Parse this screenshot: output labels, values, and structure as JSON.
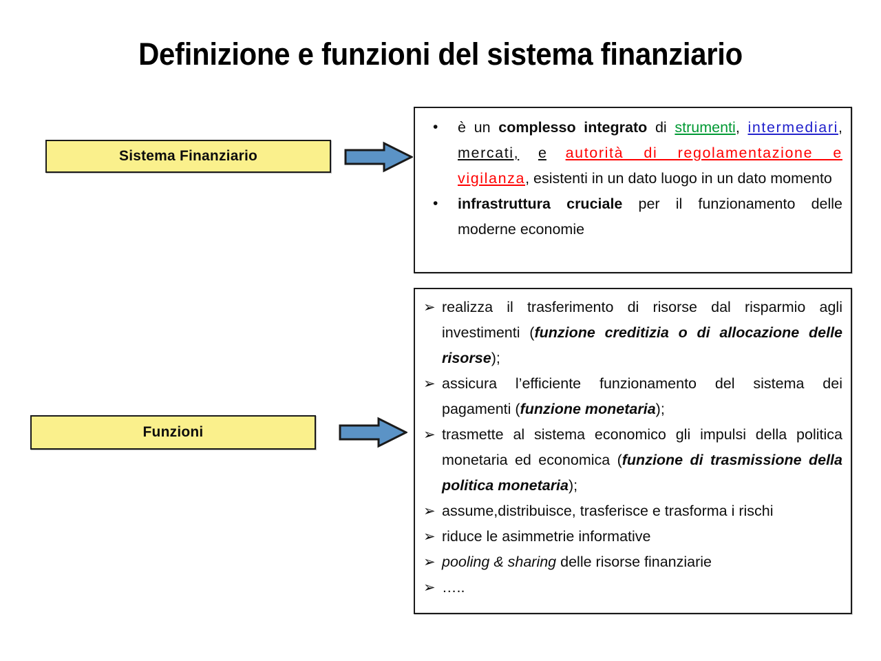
{
  "slide": {
    "title": "Definizione e funzioni del sistema finanziario",
    "background_color": "#ffffff"
  },
  "colors": {
    "label_box_fill": "#FAF08C",
    "label_box_border": "#1a1a1a",
    "arrow_fill": "#5B93C6",
    "arrow_border": "#1a1a1a",
    "text_green": "#009933",
    "text_blue": "#2222CC",
    "text_red": "#FF0000",
    "text_black": "#0d0d0d"
  },
  "labels": {
    "sistema_finanziario": "Sistema Finanziario",
    "funzioni": "Funzioni"
  },
  "arrows": {
    "sistema_arrow_name": "right-block-arrow",
    "funzioni_arrow_name": "right-block-arrow"
  },
  "definizione_box": {
    "bullet_glyph": "•",
    "items": [
      {
        "runs": [
          {
            "text": "è un ",
            "style": "normal"
          },
          {
            "text": "complesso integrato",
            "style": "bold"
          },
          {
            "text": " di ",
            "style": "normal"
          },
          {
            "text": "strumenti",
            "style": "underline-green"
          },
          {
            "text": ", ",
            "style": "normal"
          },
          {
            "text": "intermediari",
            "style": "underline-blue"
          },
          {
            "text": ", ",
            "style": "normal"
          },
          {
            "text": "mercati,",
            "style": "underline-black"
          },
          {
            "text": " ",
            "style": "normal"
          },
          {
            "text": "e",
            "style": "underline-black"
          },
          {
            "text": " ",
            "style": "normal"
          },
          {
            "text": "autorità di regolamentazione e vigilanza",
            "style": "underline-red"
          },
          {
            "text": ", esistenti in un dato luogo in un dato momento",
            "style": "normal"
          }
        ],
        "plain": "è un complesso integrato di strumenti, intermediari, mercati, e autorità di regolamentazione e vigilanza, esistenti in un dato luogo in un dato momento"
      },
      {
        "runs": [
          {
            "text": "infrastruttura cruciale",
            "style": "bold"
          },
          {
            "text": " per il funzionamento delle moderne economie",
            "style": "normal"
          }
        ],
        "plain": "infrastruttura cruciale per il funzionamento delle moderne economie"
      }
    ]
  },
  "funzioni_box": {
    "bullet_glyph": "➢",
    "items": [
      {
        "runs": [
          {
            "text": "realizza il trasferimento di risorse dal risparmio agli investimenti (",
            "style": "normal"
          },
          {
            "text": "funzione creditizia o di allocazione delle risorse",
            "style": "bold-italic"
          },
          {
            "text": ");",
            "style": "normal"
          }
        ],
        "plain": "realizza il trasferimento di risorse dal risparmio agli investimenti (funzione creditizia o di allocazione delle risorse);"
      },
      {
        "runs": [
          {
            "text": "assicura l’efficiente funzionamento del sistema dei pagamenti (",
            "style": "normal"
          },
          {
            "text": "funzione monetaria",
            "style": "bold-italic"
          },
          {
            "text": ");",
            "style": "normal"
          }
        ],
        "plain": "assicura l’efficiente funzionamento del sistema dei pagamenti (funzione monetaria);"
      },
      {
        "runs": [
          {
            "text": "trasmette al sistema economico gli impulsi della politica monetaria ed economica (",
            "style": "normal"
          },
          {
            "text": "funzione di trasmissione della politica monetaria",
            "style": "bold-italic"
          },
          {
            "text": ");",
            "style": "normal"
          }
        ],
        "plain": "trasmette al sistema economico gli impulsi della politica monetaria ed economica (funzione di trasmissione della politica monetaria);"
      },
      {
        "runs": [
          {
            "text": "assume,distribuisce, trasferisce e trasforma i rischi",
            "style": "normal"
          }
        ],
        "plain": "assume,distribuisce, trasferisce e trasforma i rischi"
      },
      {
        "runs": [
          {
            "text": "riduce le asimmetrie informative",
            "style": "normal"
          }
        ],
        "plain": "riduce le asimmetrie informative"
      },
      {
        "runs": [
          {
            "text": "pooling & sharing",
            "style": "italic"
          },
          {
            "text": " delle risorse finanziarie",
            "style": "normal"
          }
        ],
        "plain": "pooling & sharing delle risorse finanziarie"
      },
      {
        "runs": [
          {
            "text": "…..",
            "style": "normal"
          }
        ],
        "plain": "….."
      }
    ]
  }
}
